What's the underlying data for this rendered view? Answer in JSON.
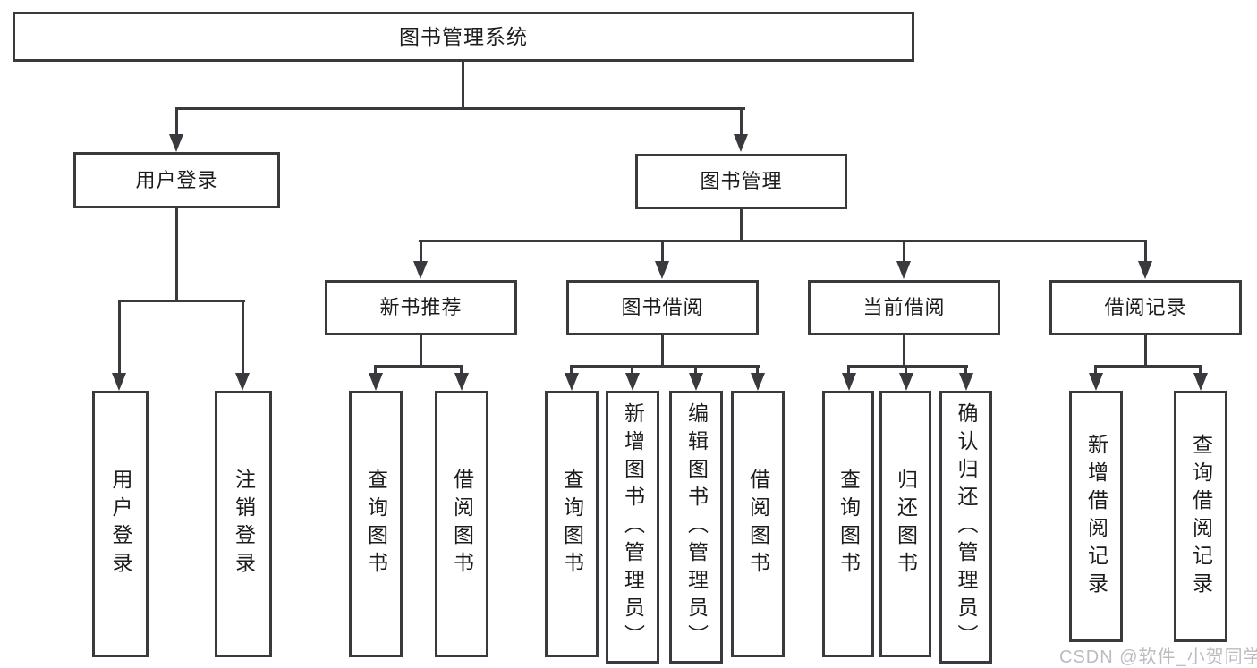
{
  "root": {
    "label": "图书管理系统"
  },
  "level2": {
    "user_login": {
      "label": "用户登录"
    },
    "book_management": {
      "label": "图书管理"
    }
  },
  "level3": {
    "new_book_recommend": {
      "label": "新书推荐"
    },
    "book_borrow": {
      "label": "图书借阅"
    },
    "current_borrow": {
      "label": "当前借阅"
    },
    "borrow_record": {
      "label": "借阅记录"
    }
  },
  "level4": {
    "under_user_login": {
      "user_login": {
        "label": "用户登录"
      },
      "logout": {
        "label": "注销登录"
      }
    },
    "under_new_book_recommend": {
      "query_books": {
        "label": "查询图书"
      },
      "borrow_books": {
        "label": "借阅图书"
      }
    },
    "under_book_borrow": {
      "query_books": {
        "label": "查询图书"
      },
      "add_books_admin": {
        "label": "新增图书（管理员）"
      },
      "edit_books_admin": {
        "label": "编辑图书（管理员）"
      },
      "borrow_books": {
        "label": "借阅图书"
      }
    },
    "under_current_borrow": {
      "query_books": {
        "label": "查询图书"
      },
      "return_books": {
        "label": "归还图书"
      },
      "confirm_return_admin": {
        "label": "确认归还（管理员）"
      }
    },
    "under_borrow_record": {
      "add_borrow_record": {
        "label": "新增借阅记录"
      },
      "query_borrow_record": {
        "label": "查询借阅记录"
      }
    }
  },
  "watermark": {
    "text": "CSDN @软件_小贺同学"
  },
  "colors": {
    "line": "#3a3a3e",
    "text": "#1c1c1e",
    "watermark": "#bcbcbf",
    "background": "#ffffff"
  }
}
